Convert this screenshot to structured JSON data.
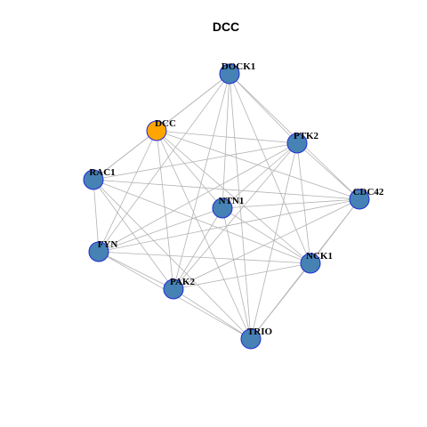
{
  "title": "DCC",
  "colors": {
    "node_default": "#4682b4",
    "node_highlight": "#ffa500",
    "node_border": "#1f2bd6",
    "edge": "#b3b3b3"
  },
  "nodes": [
    {
      "id": "DOCK1",
      "label": "DOCK1",
      "highlight": false
    },
    {
      "id": "DCC",
      "label": "DCC",
      "highlight": true
    },
    {
      "id": "PTK2",
      "label": "PTK2",
      "highlight": false
    },
    {
      "id": "RAC1",
      "label": "RAC1",
      "highlight": false
    },
    {
      "id": "CDC42",
      "label": "CDC42",
      "highlight": false
    },
    {
      "id": "NTN1",
      "label": "NTN1",
      "highlight": false
    },
    {
      "id": "FYN",
      "label": "FYN",
      "highlight": false
    },
    {
      "id": "NCK1",
      "label": "NCK1",
      "highlight": false
    },
    {
      "id": "PAK2",
      "label": "PAK2",
      "highlight": false
    },
    {
      "id": "TRIO",
      "label": "TRIO",
      "highlight": false
    }
  ],
  "edges": [
    [
      "DOCK1",
      "DCC"
    ],
    [
      "DOCK1",
      "PTK2"
    ],
    [
      "DOCK1",
      "RAC1"
    ],
    [
      "DOCK1",
      "CDC42"
    ],
    [
      "DOCK1",
      "NTN1"
    ],
    [
      "DOCK1",
      "FYN"
    ],
    [
      "DOCK1",
      "NCK1"
    ],
    [
      "DOCK1",
      "PAK2"
    ],
    [
      "DOCK1",
      "TRIO"
    ],
    [
      "DCC",
      "PTK2"
    ],
    [
      "DCC",
      "RAC1"
    ],
    [
      "DCC",
      "CDC42"
    ],
    [
      "DCC",
      "NTN1"
    ],
    [
      "DCC",
      "FYN"
    ],
    [
      "DCC",
      "NCK1"
    ],
    [
      "DCC",
      "PAK2"
    ],
    [
      "DCC",
      "TRIO"
    ],
    [
      "PTK2",
      "RAC1"
    ],
    [
      "PTK2",
      "CDC42"
    ],
    [
      "PTK2",
      "NTN1"
    ],
    [
      "PTK2",
      "FYN"
    ],
    [
      "PTK2",
      "NCK1"
    ],
    [
      "PTK2",
      "PAK2"
    ],
    [
      "PTK2",
      "TRIO"
    ],
    [
      "RAC1",
      "CDC42"
    ],
    [
      "RAC1",
      "FYN"
    ],
    [
      "RAC1",
      "NCK1"
    ],
    [
      "RAC1",
      "PAK2"
    ],
    [
      "RAC1",
      "TRIO"
    ],
    [
      "CDC42",
      "NTN1"
    ],
    [
      "CDC42",
      "FYN"
    ],
    [
      "CDC42",
      "NCK1"
    ],
    [
      "CDC42",
      "PAK2"
    ],
    [
      "CDC42",
      "TRIO"
    ],
    [
      "NTN1",
      "FYN"
    ],
    [
      "NTN1",
      "NCK1"
    ],
    [
      "NTN1",
      "PAK2"
    ],
    [
      "NTN1",
      "TRIO"
    ],
    [
      "FYN",
      "NCK1"
    ],
    [
      "FYN",
      "PAK2"
    ],
    [
      "FYN",
      "TRIO"
    ],
    [
      "NCK1",
      "PAK2"
    ],
    [
      "NCK1",
      "TRIO"
    ],
    [
      "PAK2",
      "TRIO"
    ]
  ]
}
